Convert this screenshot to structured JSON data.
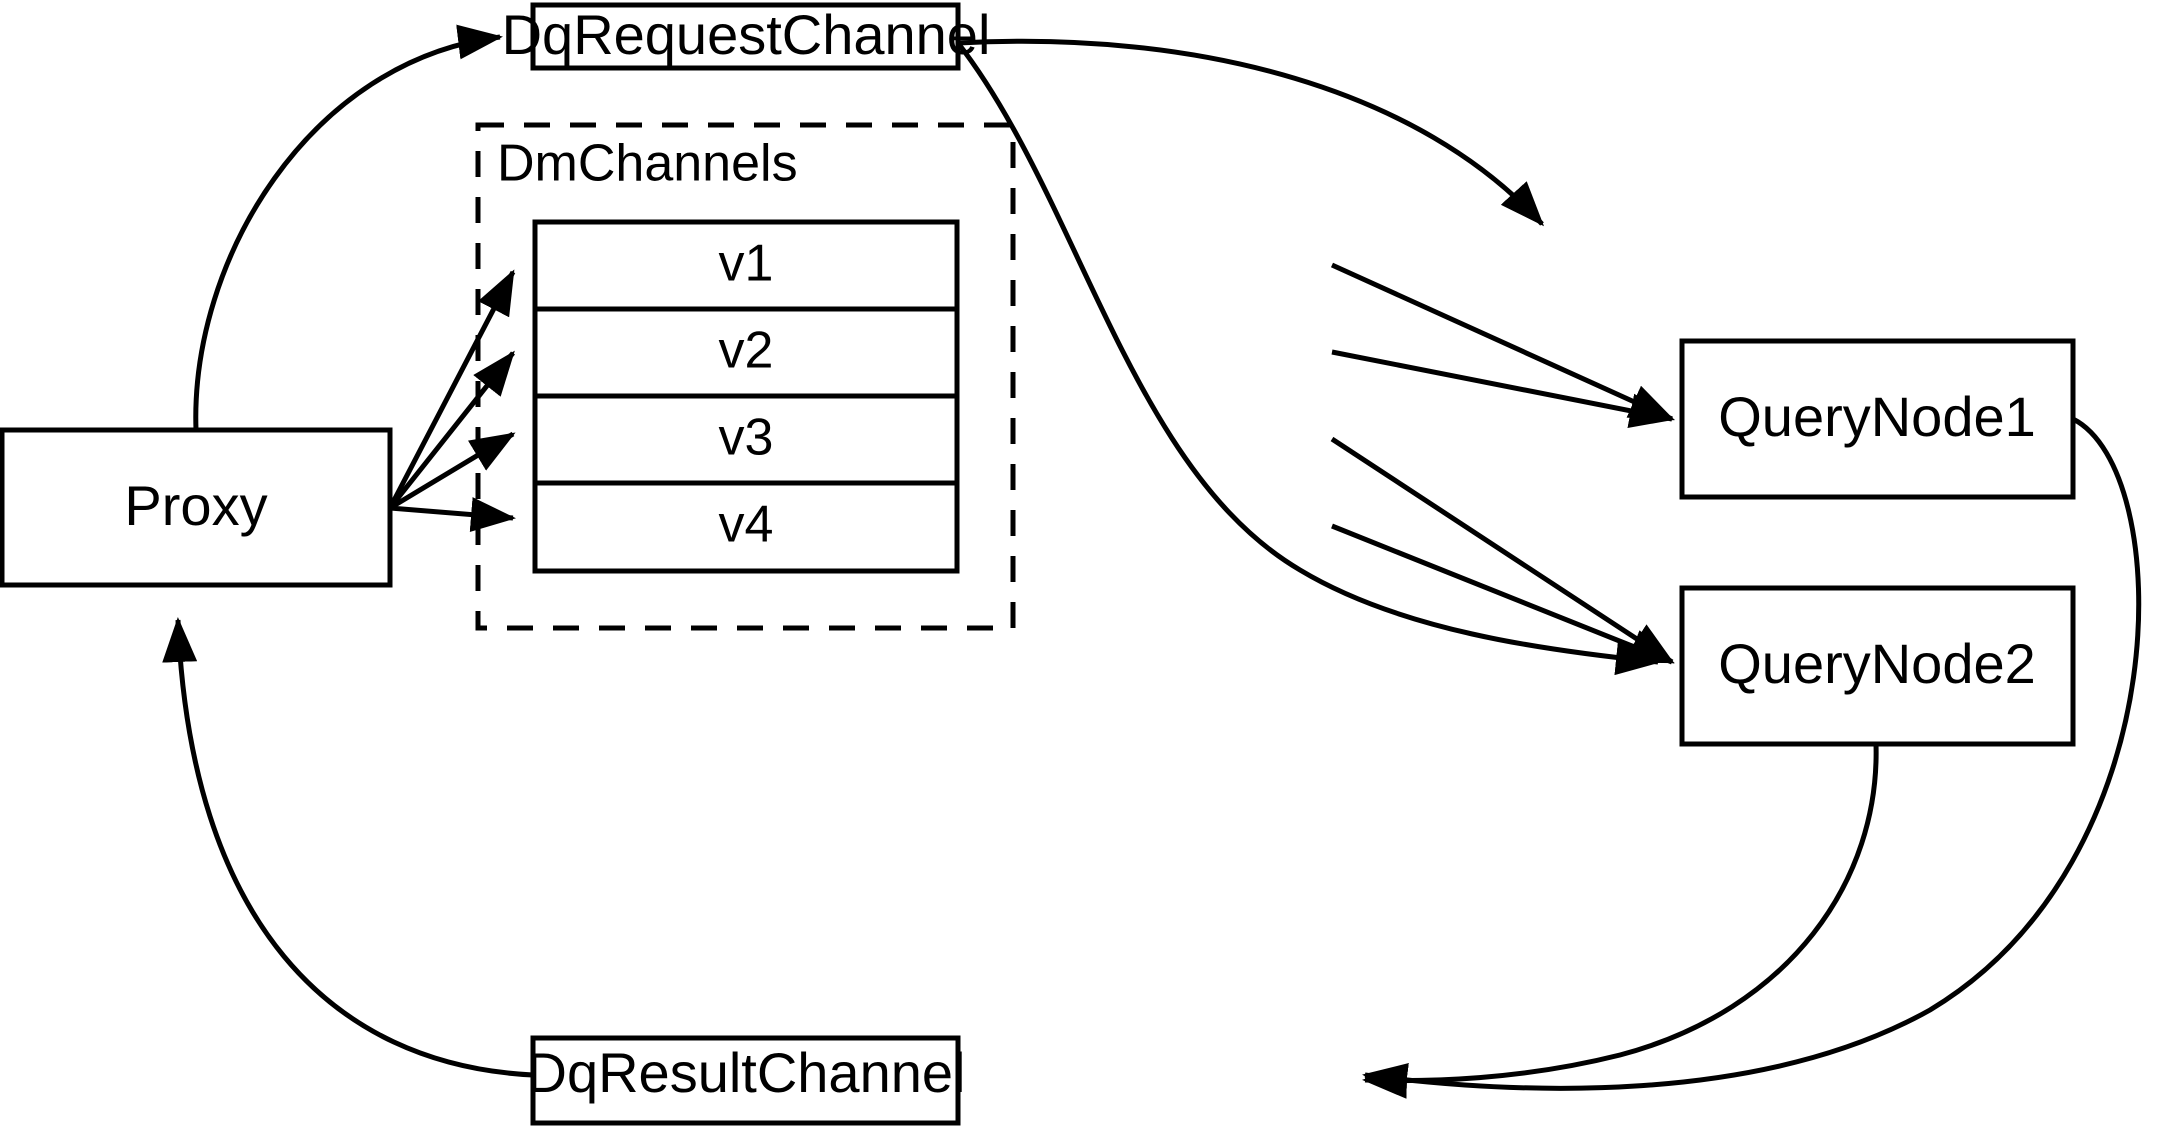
{
  "diagram": {
    "title": "Milvus distributed query message channel flow",
    "background_color": "#ffffff",
    "stroke_color": "#000000",
    "nodes": {
      "proxy": {
        "label": "Proxy"
      },
      "dq_request_channel": {
        "label": "DqRequestChannel"
      },
      "dq_result_channel": {
        "label": "DqResultChannel"
      },
      "query_node_1": {
        "label": "QueryNode1"
      },
      "query_node_2": {
        "label": "QueryNode2"
      }
    },
    "group": {
      "label": "DmChannels",
      "style": "dashed",
      "slots": [
        {
          "label": "v1"
        },
        {
          "label": "v2"
        },
        {
          "label": "v3"
        },
        {
          "label": "v4"
        }
      ]
    },
    "edges": [
      {
        "from": "Proxy",
        "to": "DqRequestChannel",
        "arrow": true
      },
      {
        "from": "Proxy",
        "to": "v1",
        "arrow": true
      },
      {
        "from": "Proxy",
        "to": "v2",
        "arrow": true
      },
      {
        "from": "Proxy",
        "to": "v3",
        "arrow": true
      },
      {
        "from": "Proxy",
        "to": "v4",
        "arrow": true
      },
      {
        "from": "DqRequestChannel",
        "to": "QueryNode1",
        "arrow": true
      },
      {
        "from": "DqRequestChannel",
        "to": "QueryNode2",
        "arrow": true
      },
      {
        "from": "v1",
        "to": "QueryNode1",
        "arrow": true
      },
      {
        "from": "v2",
        "to": "QueryNode1",
        "arrow": true
      },
      {
        "from": "v3",
        "to": "QueryNode2",
        "arrow": true
      },
      {
        "from": "v4",
        "to": "QueryNode2",
        "arrow": true
      },
      {
        "from": "QueryNode1",
        "to": "DqResultChannel",
        "arrow": true
      },
      {
        "from": "QueryNode2",
        "to": "DqResultChannel",
        "arrow": true
      },
      {
        "from": "DqResultChannel",
        "to": "Proxy",
        "arrow": true
      }
    ]
  }
}
